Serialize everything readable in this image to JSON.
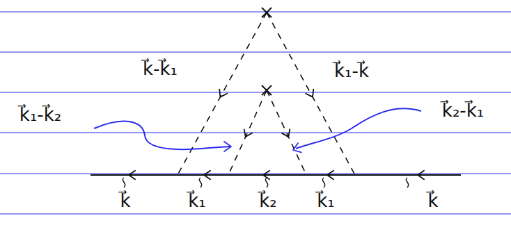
{
  "diagram": {
    "labels": [
      "k⃗-k⃗₁",
      "k⃗₁-k⃗",
      "k⃗₁-k⃗₂",
      "k⃗₂-k⃗₁",
      "k⃗",
      "k⃗₁",
      "k⃗₂",
      "k⃗₁",
      "k⃗"
    ]
  }
}
